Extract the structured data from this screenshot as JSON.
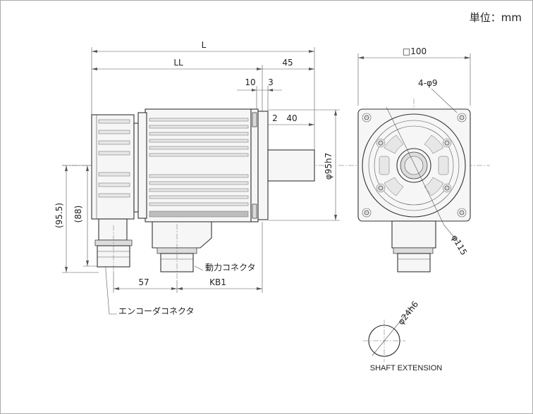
{
  "unit_label": "単位：mm",
  "side_view": {
    "dim_L": "L",
    "dim_LL": "LL",
    "dim_45": "45",
    "dim_10": "10",
    "dim_3": "3",
    "dim_2": "2",
    "dim_40": "40",
    "dim_phi95": "φ95h7",
    "dim_95_5": "(95.5)",
    "dim_88": "(88)",
    "dim_57": "57",
    "dim_KB1": "KB1",
    "label_power_connector": "動力コネクタ",
    "label_encoder_connector": "エンコーダコネクタ"
  },
  "front_view": {
    "dim_square": "□100",
    "dim_holes": "4-φ9",
    "dim_phi115": "φ115"
  },
  "shaft_view": {
    "dim_phi24": "φ24h6",
    "caption": "SHAFT EXTENSION"
  }
}
